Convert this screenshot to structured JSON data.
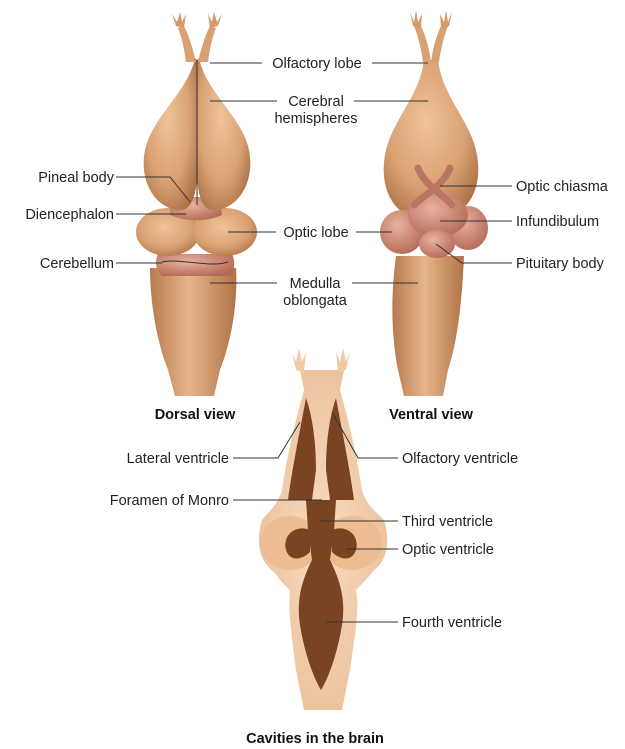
{
  "dorsal": {
    "caption": "Dorsal view",
    "labels": {
      "pineal": "Pineal body",
      "diencephalon": "Diencephalon",
      "cerebellum": "Cerebellum"
    }
  },
  "shared": {
    "olfactory_lobe": "Olfactory lobe",
    "cerebral_1": "Cerebral",
    "cerebral_2": "hemispheres",
    "optic_lobe": "Optic lobe",
    "medulla_1": "Medulla",
    "medulla_2": "oblongata"
  },
  "ventral": {
    "caption": "Ventral view",
    "labels": {
      "optic_chiasma": "Optic chiasma",
      "infundibulum": "Infundibulum",
      "pituitary": "Pituitary body"
    }
  },
  "cavities": {
    "caption": "Cavities in the brain",
    "labels": {
      "lateral_ventricle": "Lateral ventricle",
      "olfactory_ventricle": "Olfactory ventricle",
      "foramen": "Foramen of Monro",
      "third_ventricle": "Third ventricle",
      "optic_ventricle": "Optic ventricle",
      "fourth_ventricle": "Fourth ventricle"
    }
  },
  "colors": {
    "brain_tan": "#d9a172",
    "brain_shade": "#b5784c",
    "pink_tissue": "#c98a78",
    "section_pale": "#f3cfae",
    "cavity_brown": "#7a4322"
  }
}
